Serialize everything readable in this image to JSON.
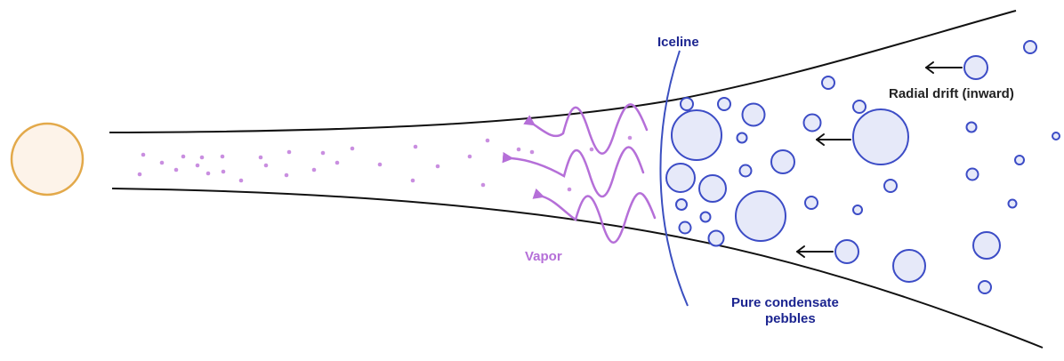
{
  "labels": {
    "iceline": "Iceline",
    "vapor": "Vapor",
    "radial_drift": "Radial drift (inward)",
    "pebbles_line1": "Pure condensate",
    "pebbles_line2": "pebbles"
  },
  "colors": {
    "star_fill": "#fdf3e9",
    "star_stroke": "#e3a94a",
    "disk_edge": "#111111",
    "vapor": "#b56fd8",
    "vapor_dot": "#c98ee0",
    "iceline": "#3b4fc0",
    "pebble_fill": "#e6e9f9",
    "pebble_stroke": "#3c4cc6",
    "label_dark": "#1c2590",
    "label_black": "#222222",
    "arrow": "#111111"
  },
  "icons": {
    "star": "star-circle-icon",
    "drift_arrow": "arrow-left-icon",
    "vapor_wave": "wavy-arrow-left-icon"
  }
}
